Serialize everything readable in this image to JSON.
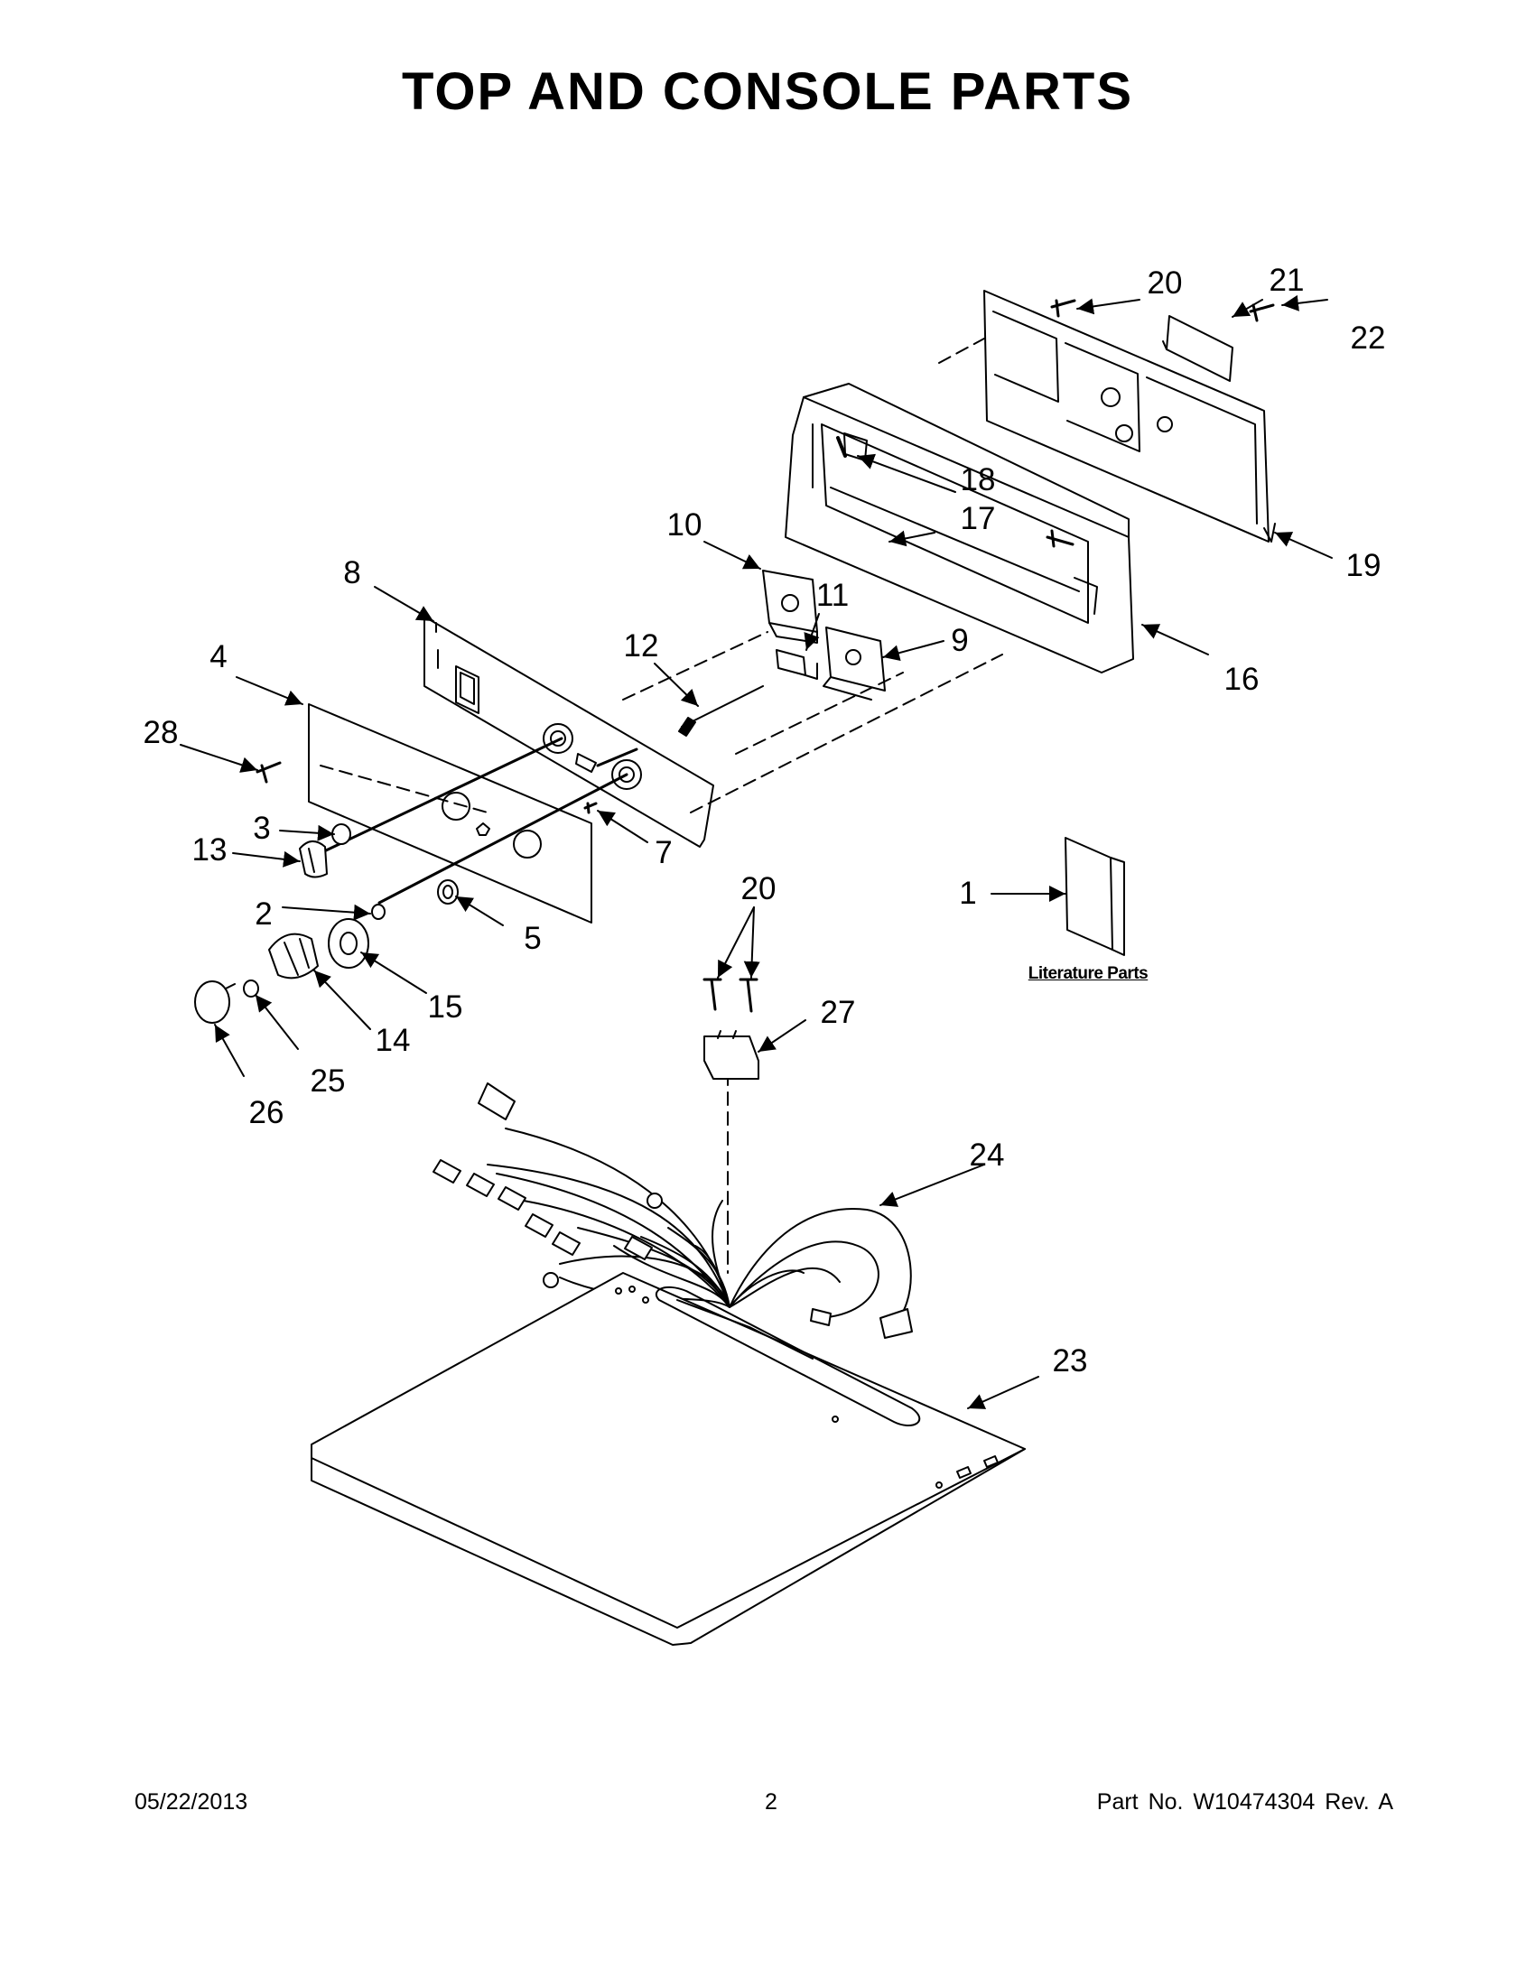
{
  "title": "TOP AND CONSOLE PARTS",
  "callouts": [
    "1",
    "2",
    "3",
    "4",
    "5",
    "7",
    "8",
    "9",
    "10",
    "11",
    "12",
    "13",
    "14",
    "15",
    "16",
    "17",
    "18",
    "19",
    "20",
    "20",
    "21",
    "22",
    "23",
    "24",
    "25",
    "26",
    "27",
    "28"
  ],
  "literature_label": "Literature Parts",
  "footer": {
    "date": "05/22/2013",
    "page": "2",
    "part": "Part No.  W10474304  Rev.  A"
  }
}
